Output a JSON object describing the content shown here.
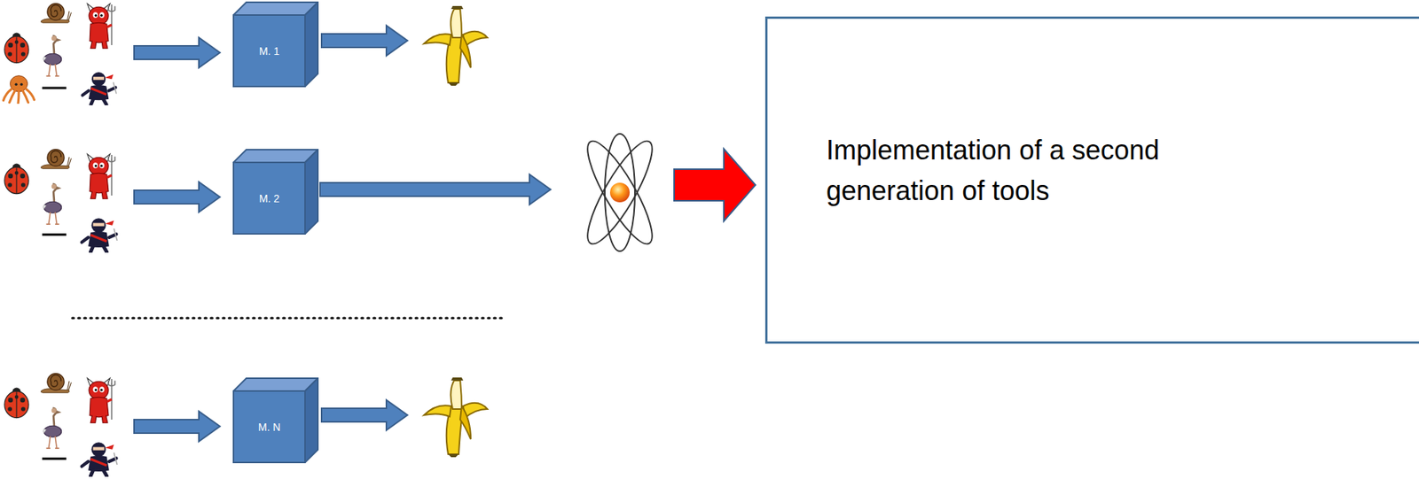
{
  "diagram": {
    "nodes": [
      {
        "text": [
          "M. 1"
        ]
      },
      {
        "text": [
          "M. 2"
        ]
      },
      {
        "text": [
          "M. N"
        ]
      },
      {
        "text": [
          "Implementation of a second generation of tools"
        ]
      }
    ]
  }
}
